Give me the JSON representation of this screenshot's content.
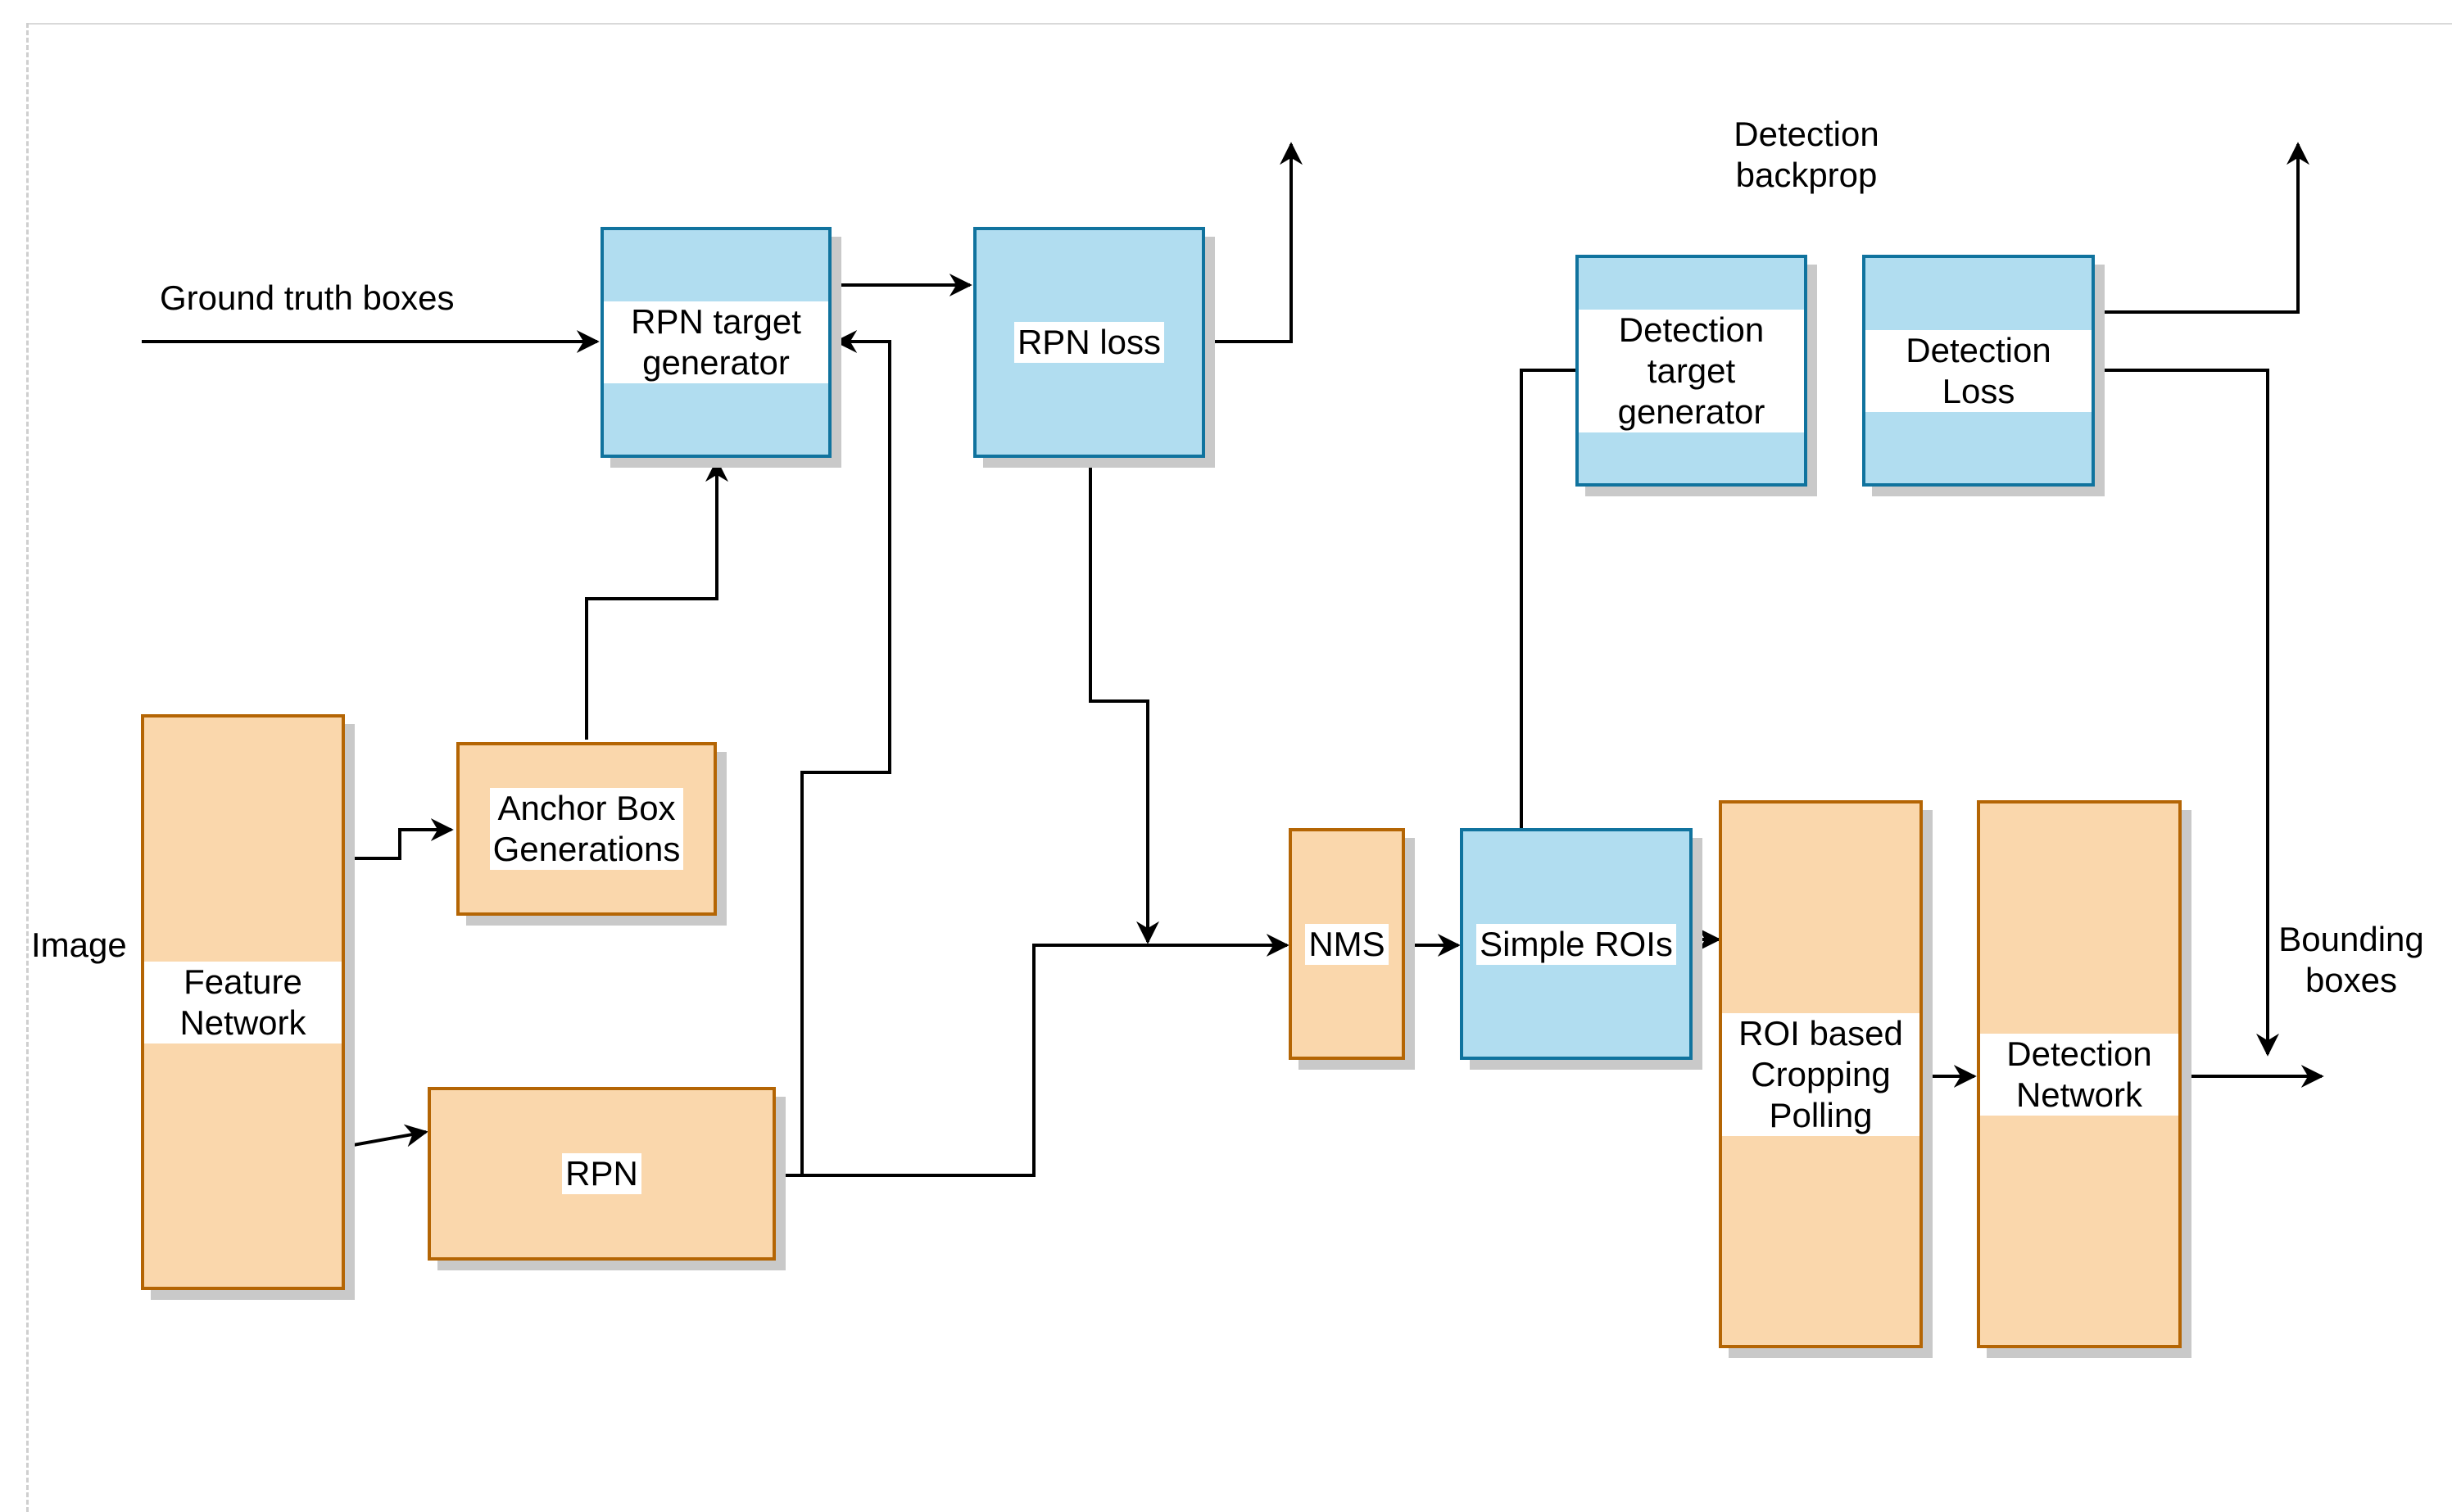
{
  "labels": {
    "ground_truth": "Ground truth boxes",
    "image": "Image",
    "detection_backprop": "Detection\nbackprop",
    "bounding_boxes": "Bounding\nboxes"
  },
  "nodes": {
    "rpn_target_generator": "RPN target\ngenerator",
    "rpn_loss": "RPN loss",
    "anchor_box": "Anchor Box\nGenerations",
    "feature_network": "Feature\nNetwork",
    "rpn": "RPN",
    "nms": "NMS",
    "simple_rois": "Simple ROIs",
    "detection_target_generator": "Detection\ntarget\ngenerator",
    "detection_loss": "Detection\nLoss",
    "roi_cropping": "ROI based\nCropping\nPolling",
    "detection_network": "Detection\nNetwork"
  },
  "colors": {
    "orange_fill": "#fad7ac",
    "orange_stroke": "#b46504",
    "blue_fill": "#b1ddf0",
    "blue_stroke": "#10739e",
    "edge": "#000000"
  }
}
